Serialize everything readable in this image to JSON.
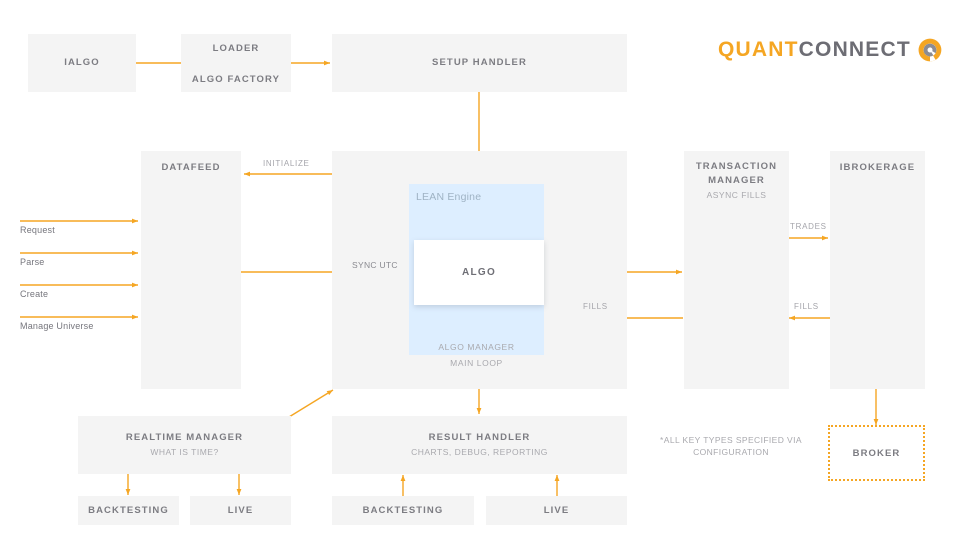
{
  "logo": {
    "part1": "QUANT",
    "part2": "CONNECT",
    "mark": "quantconnect-logo-mark"
  },
  "colors": {
    "accent": "#f5a623",
    "box_fill": "#f4f4f4",
    "lean_panel": "#ddeeff",
    "title_text": "#7c7c82",
    "muted_text": "#a9a9ae"
  },
  "boxes": {
    "ialgo": {
      "label": "IALGO"
    },
    "loader": {
      "label": "LOADER",
      "label2": "ALGO FACTORY"
    },
    "setup_handler": {
      "label": "SETUP HANDLER"
    },
    "datafeed": {
      "label": "DATAFEED"
    },
    "transaction_manager": {
      "label": "TRANSACTION\nMANAGER",
      "sub": "ASYNC FILLS"
    },
    "ibrokerage": {
      "label": "IBROKERAGE"
    },
    "broker": {
      "label": "BROKER"
    },
    "realtime_manager": {
      "label": "REALTIME MANAGER",
      "sub": "WHAT IS TIME?"
    },
    "result_handler": {
      "label": "RESULT HANDLER",
      "sub": "CHARTS, DEBUG, REPORTING"
    },
    "rt_backtesting": {
      "label": "BACKTESTING"
    },
    "rt_live": {
      "label": "LIVE"
    },
    "rh_backtesting": {
      "label": "BACKTESTING"
    },
    "rh_live": {
      "label": "LIVE"
    }
  },
  "engine": {
    "panel_label": "LEAN Engine",
    "algo_label": "ALGO",
    "algo_manager": "ALGO MANAGER",
    "main_loop": "MAIN LOOP"
  },
  "edge_labels": {
    "initialize": "INITIALIZE",
    "sync_utc": "SYNC UTC",
    "trades": "TRADES",
    "fills_left": "FILLS",
    "fills_right": "FILLS"
  },
  "inputs": [
    {
      "label": "Request"
    },
    {
      "label": "Parse"
    },
    {
      "label": "Create"
    },
    {
      "label": "Manage Universe"
    }
  ],
  "footnote": "*ALL KEY TYPES SPECIFIED VIA\nCONFIGURATION"
}
